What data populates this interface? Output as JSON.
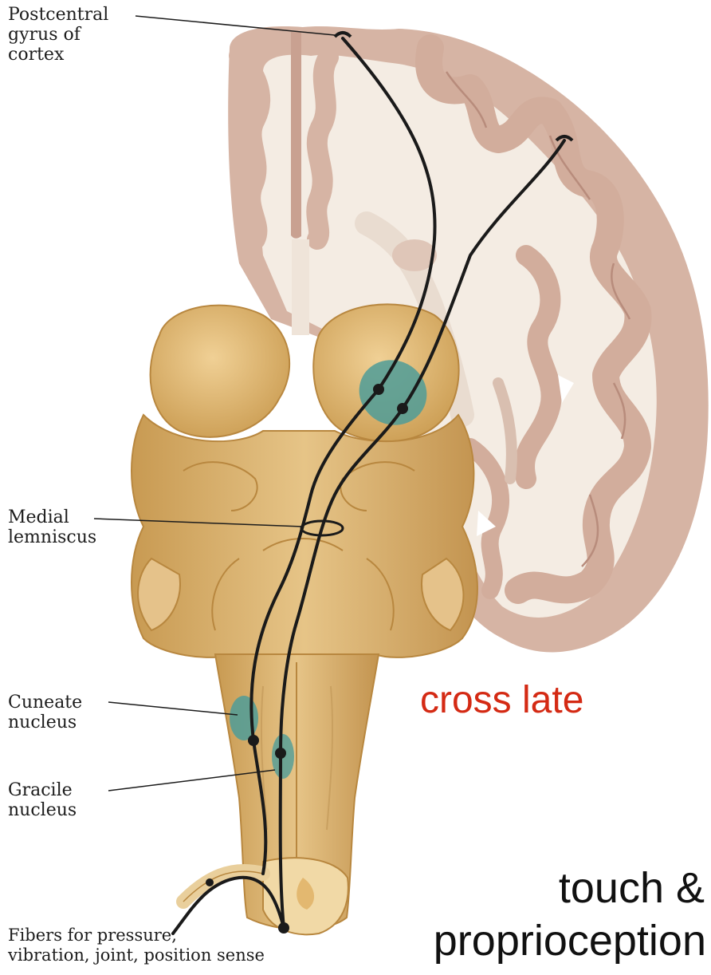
{
  "labels": {
    "postcentral": [
      "Postcentral",
      "gyrus of",
      "cortex"
    ],
    "medial": [
      "Medial",
      "lemniscus"
    ],
    "cuneate": [
      "Cuneate",
      "nucleus"
    ],
    "gracile": [
      "Gracile",
      "nucleus"
    ],
    "fibers": [
      "Fibers for pressure,",
      "vibration, joint, position sense"
    ]
  },
  "annotations": {
    "cross_late": "cross late",
    "touch_line1": "touch &",
    "touch_line2": "proprioception"
  },
  "colors": {
    "annotation_red": "#d42a14",
    "annotation_black": "#111111",
    "cortex_gray": "#d7b7a8",
    "white_matter": "#f4ece3",
    "brainstem": "#dcb46e",
    "nucleus_teal": "#4f9c98",
    "fiber": "#1a1a1a"
  }
}
